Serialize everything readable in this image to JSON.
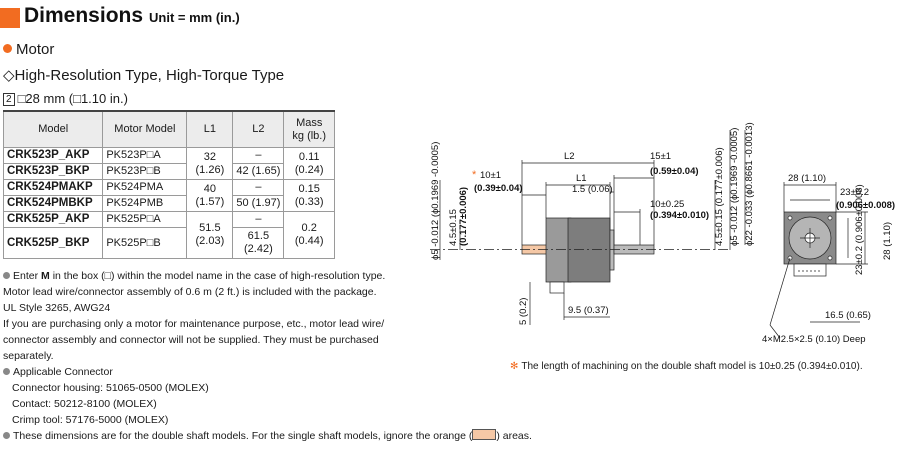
{
  "header": {
    "title": "Dimensions",
    "unit": "Unit = mm (in.)"
  },
  "section": "Motor",
  "subsection": "◇High-Resolution Type, High-Torque Type",
  "size_badge": "2",
  "size_label": "□28 mm (□1.10 in.)",
  "table": {
    "headers": {
      "model": "Model",
      "motor_model": "Motor Model",
      "l1": "L1",
      "l2": "L2",
      "mass_1": "Mass",
      "mass_2": "kg (lb.)"
    },
    "rows": [
      {
        "model": "CRK523P_AKP",
        "motor": "PK523P□A",
        "l1a": "32",
        "l1b": "(1.26)",
        "l2": "–",
        "mass_a": "0.11",
        "mass_b": "(0.24)"
      },
      {
        "model": "CRK523P_BKP",
        "motor": "PK523P□B",
        "l2": "42 (1.65)"
      },
      {
        "model": "CRK524PMAKP",
        "motor": "PK524PMA",
        "l1a": "40",
        "l1b": "(1.57)",
        "l2": "–",
        "mass_a": "0.15",
        "mass_b": "(0.33)"
      },
      {
        "model": "CRK524PMBKP",
        "motor": "PK524PMB",
        "l2": "50 (1.97)"
      },
      {
        "model": "CRK525P_AKP",
        "motor": "PK525P□A",
        "l1a": "51.5",
        "l1b": "(2.03)",
        "l2": "–",
        "mass_a": "0.2",
        "mass_b": "(0.44)"
      },
      {
        "model": "CRK525P_BKP",
        "motor": "PK525P□B",
        "l2a": "61.5",
        "l2b": "(2.42)"
      }
    ]
  },
  "notes": {
    "n1_pre": "Enter",
    "n1_m": "M",
    "n1_post": "in the box (□) within the model name in the case of high-resolution type.",
    "n2": "Motor lead wire/connector assembly of 0.6 m (2 ft.) is included with the package.",
    "n3": "UL Style 3265, AWG24",
    "n4": "If you are purchasing only a motor for maintenance purpose, etc., motor lead wire/",
    "n5": "connector assembly and connector will not be supplied. They must be purchased",
    "n6": "separately.",
    "n7": "Applicable Connector",
    "n8": "Connector housing: 51065-0500 (MOLEX)",
    "n9": "Contact: 50212-8100 (MOLEX)",
    "n10": "Crimp tool: 57176-5000 (MOLEX)"
  },
  "bottom_note_pre": "These dimensions are for the double shaft models. For the single shaft models, ignore the orange (",
  "bottom_note_post": ") areas.",
  "drawing": {
    "dia_left": "ϕ5 -0.012 (ϕ0.1969 -0.0005)",
    "tol_left": "4.5±0.15",
    "tol_left_in": "(0.177±0.006)",
    "star": "*",
    "d_10": "10±1",
    "d_10_in": "(0.39±0.04)",
    "d_l2": "L2",
    "d_l1": "L1",
    "d_15": "15±1",
    "d_15_in": "(0.59±0.04)",
    "d_1_5": "1.5 (0.06)",
    "d_10b": "10±0.25",
    "d_10b_in": "(0.394±0.010)",
    "d_5": "5 (0.2)",
    "d_9_5": "9.5 (0.37)",
    "v_45": "4.5±0.15 (0.177±0.006)",
    "v_dia5": "ϕ5 -0.012 (ϕ0.1969 -0.0005)",
    "v_dia22": "ϕ22 -0.033 (ϕ0.8661 -0.0013)",
    "d_28": "28 (1.10)",
    "d_23": "23±0.2",
    "d_23_in": "(0.906±0.008)",
    "v_23": "23±0.2 (0.906±0.008)",
    "v_28": "28 (1.10)",
    "d_16_5": "16.5 (0.65)",
    "d_m25": "4×M2.5×2.5 (0.10) Deep",
    "asterisk_note": "The length of machining on the double shaft model is 10±0.25 (0.394±0.010)."
  },
  "colors": {
    "accent": "#f26c21",
    "orange_area": "#f5c8a6",
    "motor_gray": "#8a8a8a"
  }
}
